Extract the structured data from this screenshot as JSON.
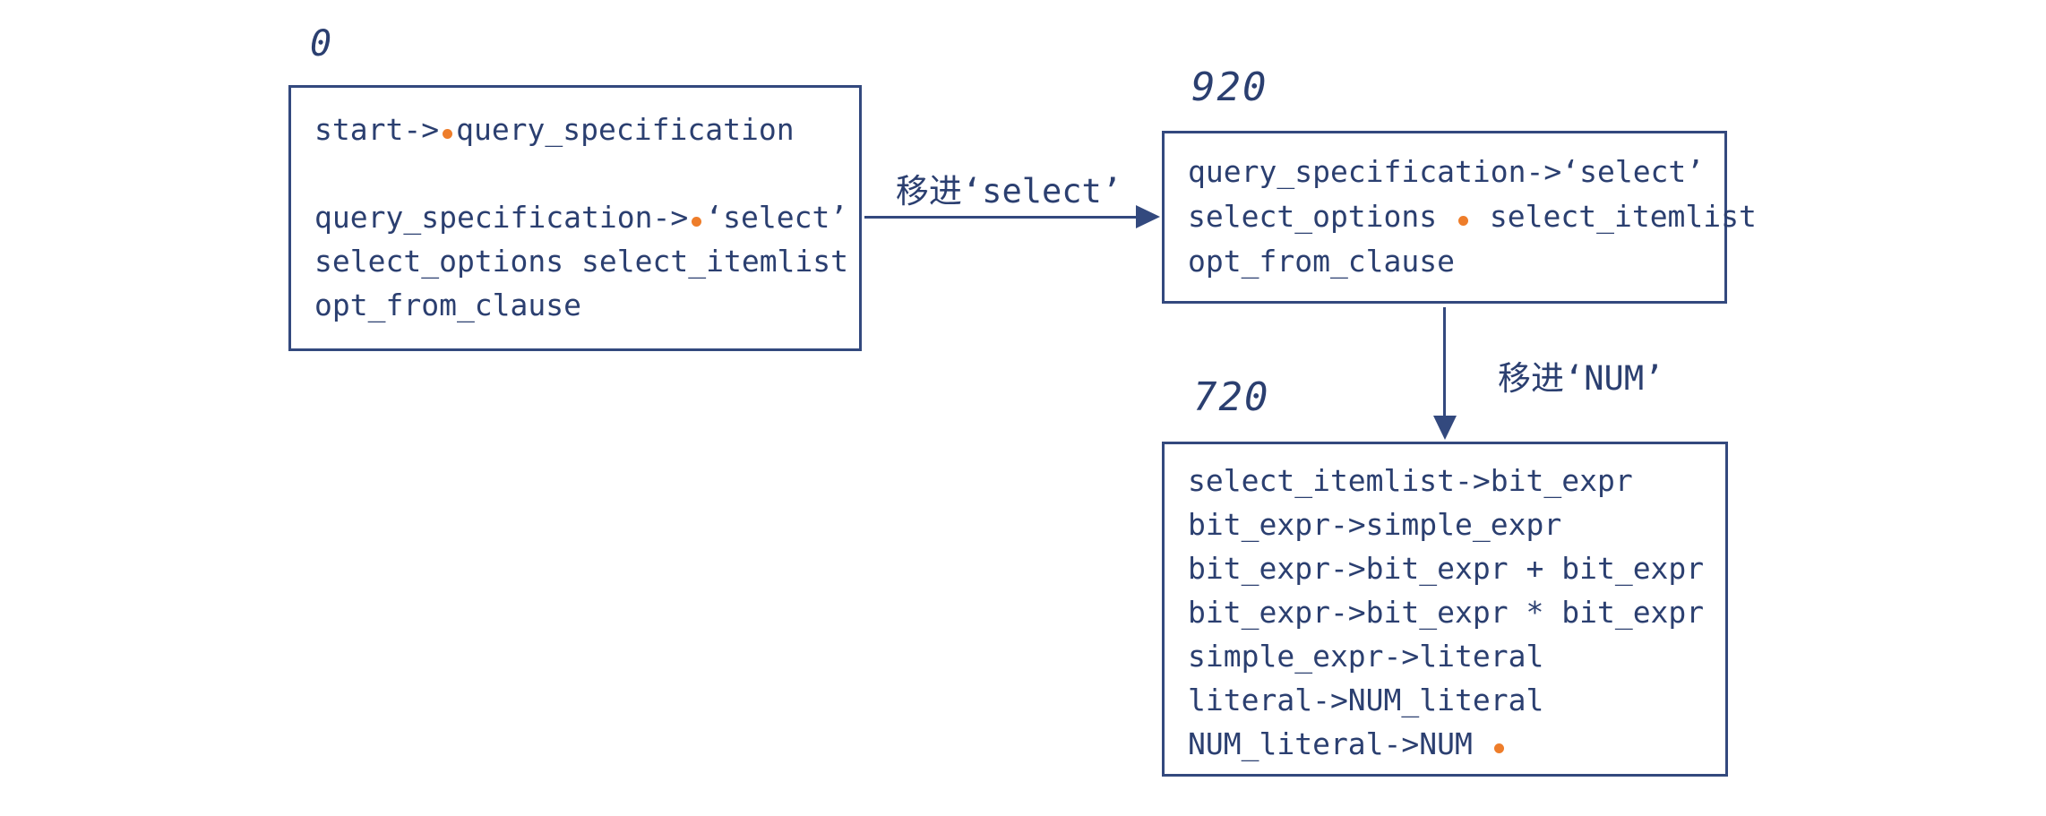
{
  "diagram": {
    "colors": {
      "ink": "#2b3f70",
      "border": "#33497e",
      "dot": "#ee7d2a"
    },
    "states": [
      {
        "label": "0",
        "lines": [
          [
            {
              "t": "start->"
            },
            {
              "dot": true
            },
            {
              "t": "query_specification"
            }
          ],
          [],
          [
            {
              "t": "query_specification->"
            },
            {
              "dot": true
            },
            {
              "t": "‘select’"
            }
          ],
          [
            {
              "t": "select_options select_itemlist"
            }
          ],
          [
            {
              "t": "opt_from_clause"
            }
          ]
        ]
      },
      {
        "label": "920",
        "lines": [
          [
            {
              "t": "query_specification->‘select’"
            }
          ],
          [
            {
              "t": "select_options "
            },
            {
              "dot": true
            },
            {
              "t": " select_itemlist"
            }
          ],
          [
            {
              "t": "opt_from_clause"
            }
          ]
        ]
      },
      {
        "label": "720",
        "lines": [
          [
            {
              "t": "select_itemlist->bit_expr"
            }
          ],
          [
            {
              "t": "bit_expr->simple_expr"
            }
          ],
          [
            {
              "t": "bit_expr->bit_expr + bit_expr"
            }
          ],
          [
            {
              "t": "bit_expr->bit_expr * bit_expr"
            }
          ],
          [
            {
              "t": "simple_expr->literal"
            }
          ],
          [
            {
              "t": "literal->NUM_literal"
            }
          ],
          [
            {
              "t": "NUM_literal->NUM "
            },
            {
              "dot": true
            }
          ]
        ]
      }
    ],
    "edges": [
      {
        "label": "移进‘select’"
      },
      {
        "label": "移进‘NUM’"
      }
    ]
  }
}
